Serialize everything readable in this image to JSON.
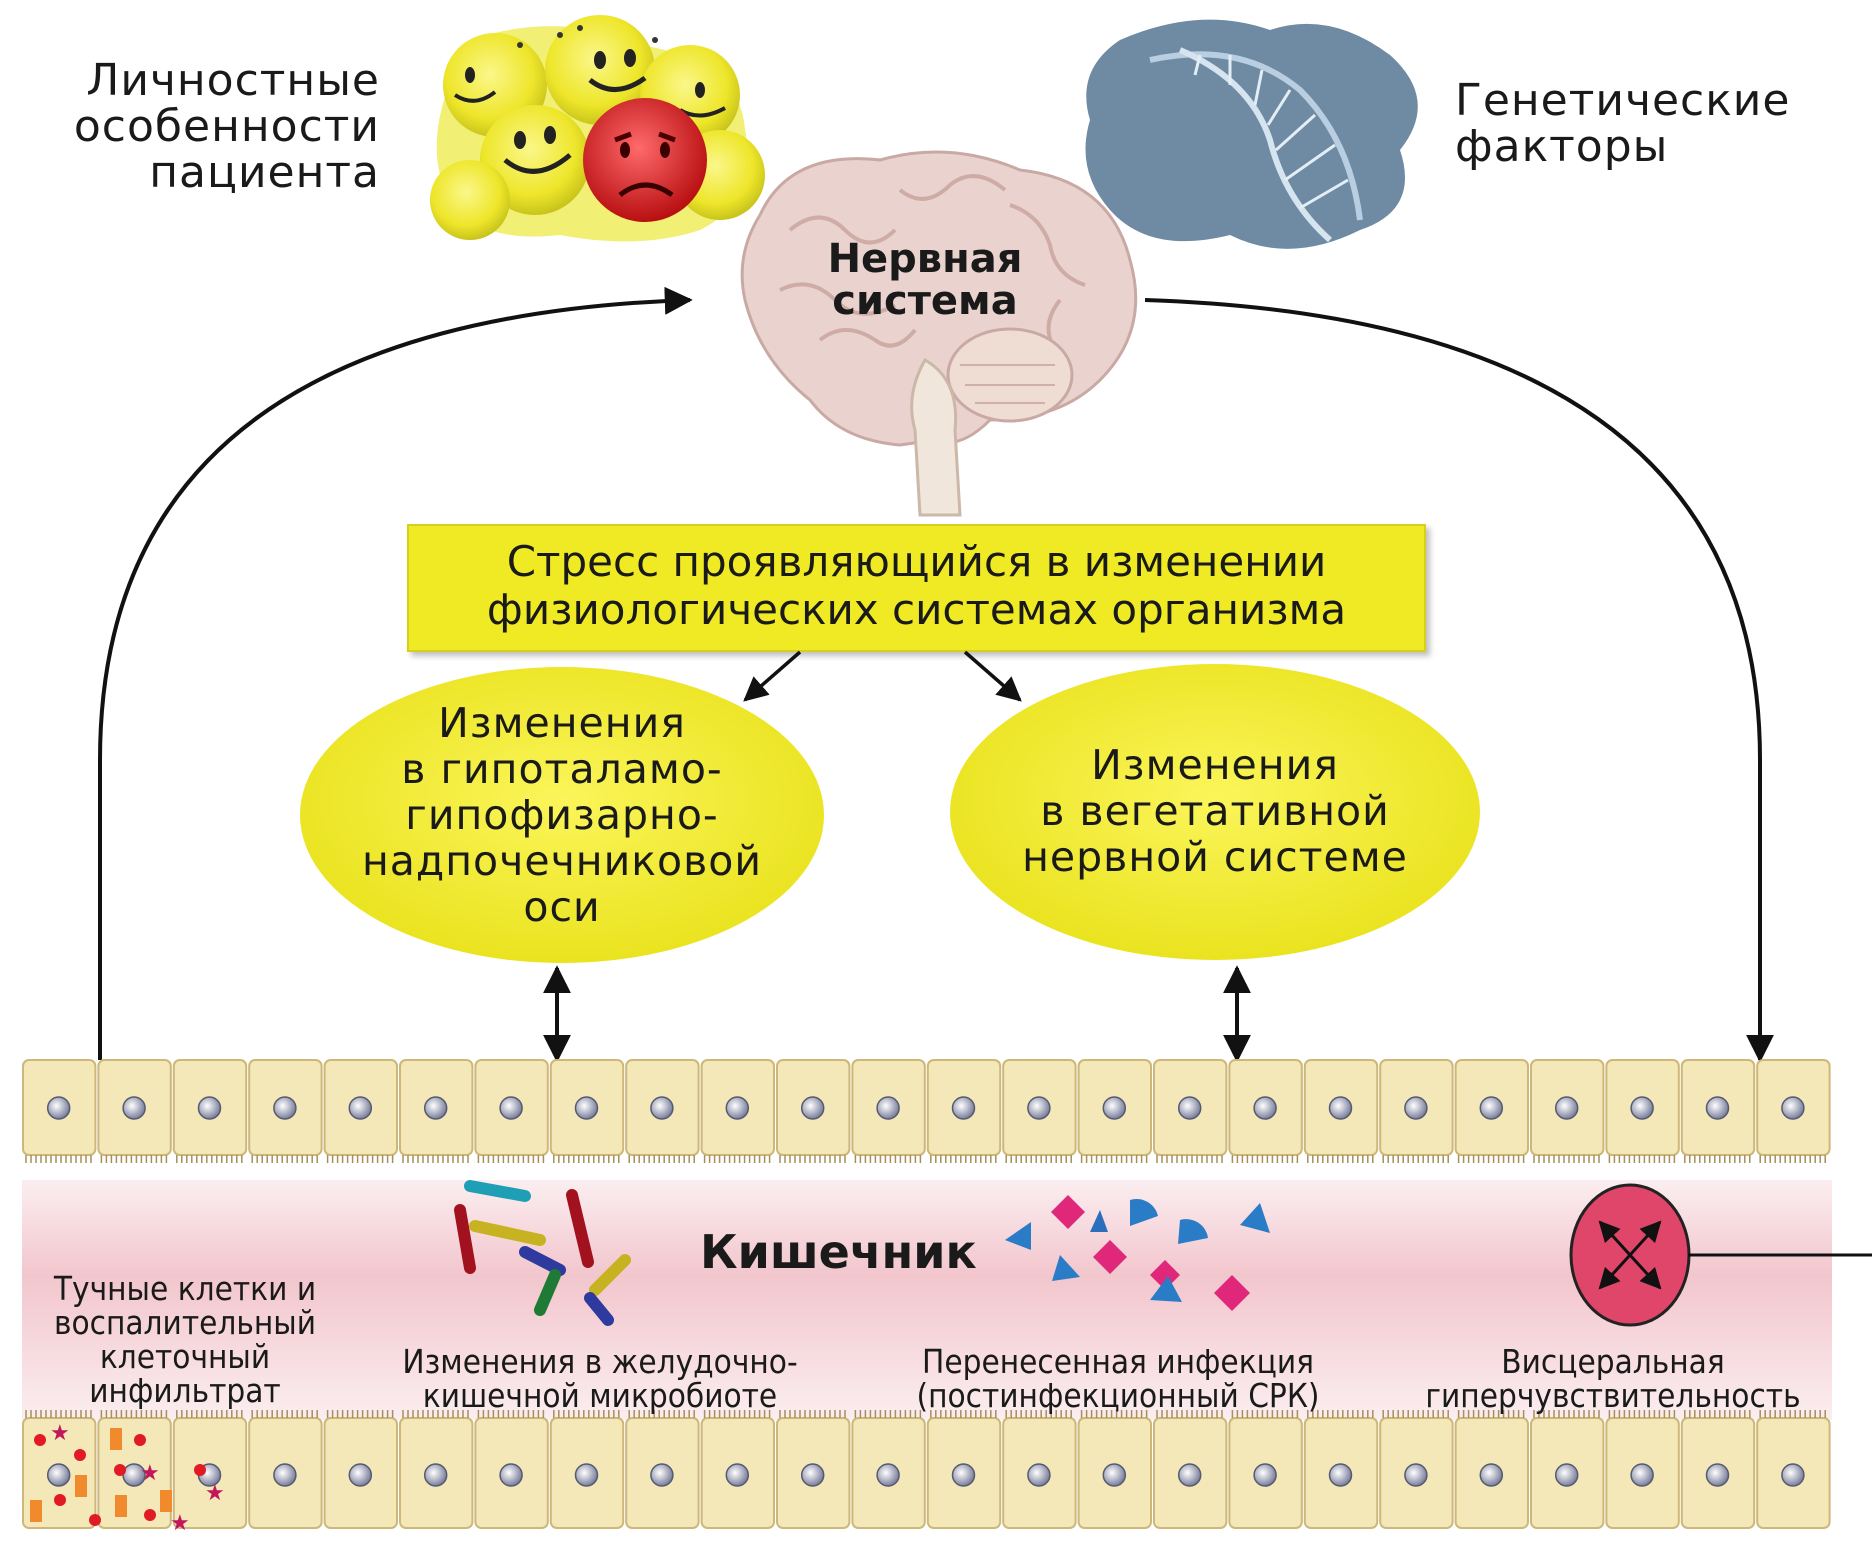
{
  "top": {
    "personality": "Личностные\nособенности\nпациента",
    "genetics": "Генетические\nфакторы",
    "nervous_system": "Нервная\nсистема"
  },
  "stress_box": "Стресс проявляющийся в изменении\nфизиологических системах организма",
  "ellipses": {
    "hpa": "Изменения\nв гипоталамо-\nгипофизарно-\nнадпочечниковой\nоси",
    "ans": "Изменения\nв вегетативной\nнервной системе"
  },
  "gut": {
    "title": "Кишечник",
    "mast_cells": "Тучные клетки и\nвоспалительный\nклеточный\nинфильтрат",
    "microbiota": "Изменения в желудочно-\nкишечной микробиоте",
    "infection": "Перенесенная инфекция\n(постинфекционный СРК)",
    "visceral": "Висцеральная\nгиперчувствительность"
  },
  "colors": {
    "yellow": "#f2ed2e",
    "cell": "#f4e7b8",
    "lumen": "#f3d2d7",
    "receptor": "#e0456a"
  }
}
